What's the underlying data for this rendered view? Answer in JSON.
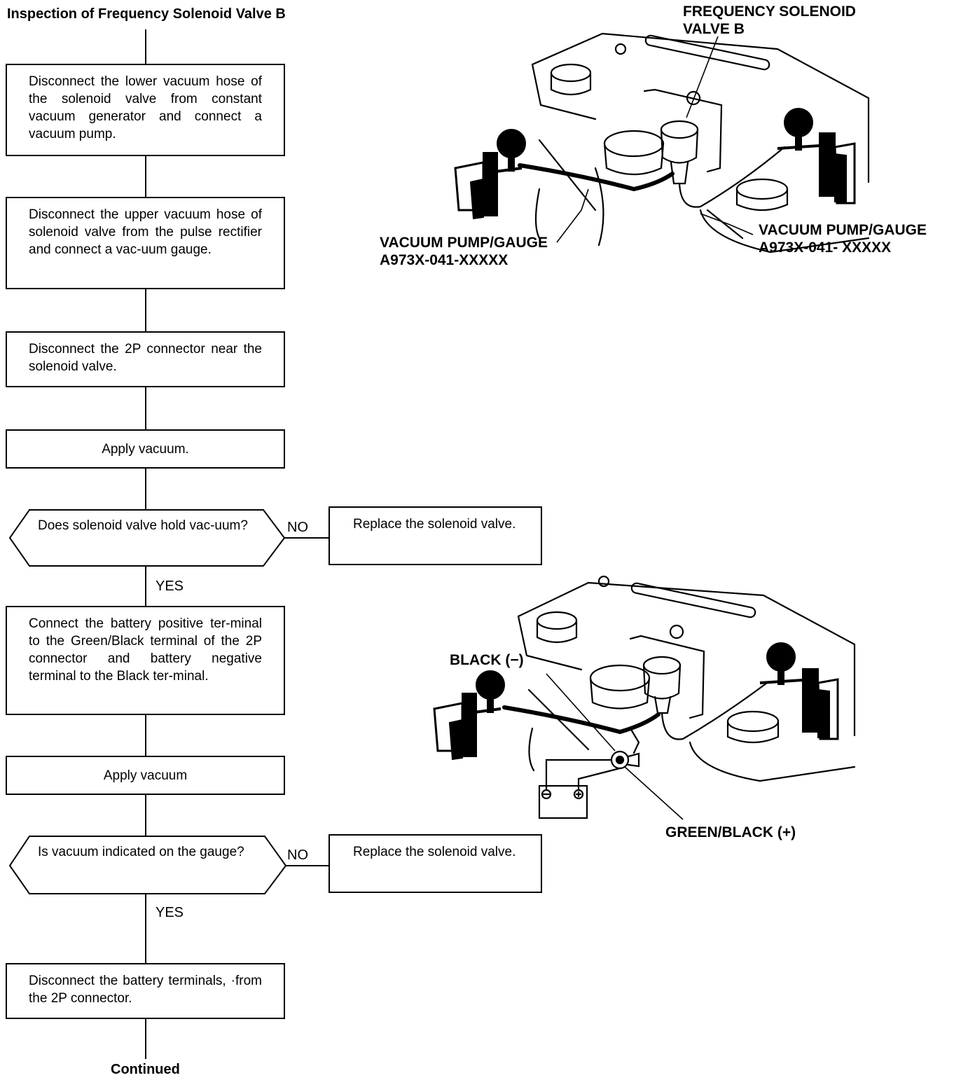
{
  "title": "Inspection of Frequency Solenoid Valve B",
  "steps": {
    "s1": "Disconnect the lower vacuum hose of the solenoid valve from constant vacuum generator and connect a vacuum pump.",
    "s2": "Disconnect the upper vacuum hose of solenoid valve from the pulse rectifier and connect a vac-uum gauge.",
    "s3": "Disconnect the 2P connector near the solenoid valve.",
    "s4": "Apply vacuum.",
    "q1": "Does solenoid valve hold vac-uum?",
    "r1": "Replace the solenoid valve.",
    "s5": "Connect the battery positive ter-minal to the Green/Black terminal of the 2P connector and battery negative terminal to the Black ter-minal.",
    "s6": "Apply vacuum",
    "q2": "Is vacuum indicated on the gauge?",
    "r2": "Replace the solenoid valve.",
    "s7": "Disconnect the battery terminals, ·from the 2P connector."
  },
  "labels": {
    "no": "NO",
    "yes": "YES",
    "continued": "Continued"
  },
  "callouts": {
    "valve_b": "FREQUENCY SOLENOID VALVE B",
    "pump_gauge_1": "VACUUM PUMP/GAUGE",
    "pump_gauge_1_part": "A973X-041-XXXXX",
    "pump_gauge_2": "VACUUM PUMP/GAUGE",
    "pump_gauge_2_part": "A973X-041- XXXXX",
    "black": "BLACK (−)",
    "green_black": "GREEN/BLACK (+)"
  }
}
